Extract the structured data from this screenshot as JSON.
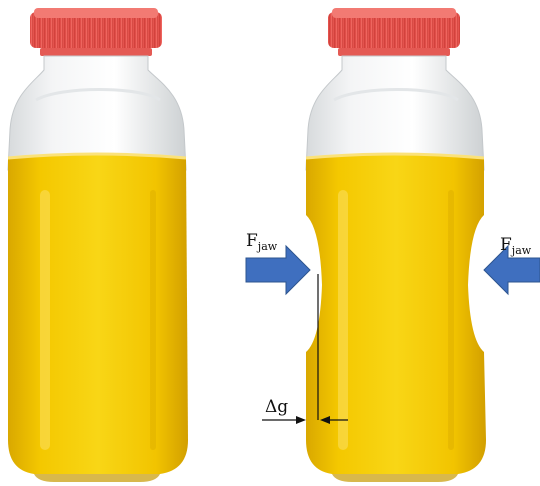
{
  "diagram": {
    "bottles": [
      {
        "id": "original",
        "state": "unsqueezed"
      },
      {
        "id": "squeezed",
        "state": "squeezed by jaws"
      }
    ],
    "labels": {
      "force_left": {
        "base": "F",
        "subscript": "jaw"
      },
      "force_right": {
        "base": "F",
        "subscript": "jaw"
      },
      "gap": "Δg"
    },
    "colors": {
      "cap": "#e8504a",
      "juice": "#f2c400",
      "arrow": "#3f6fbf",
      "background": "#ffffff"
    }
  }
}
